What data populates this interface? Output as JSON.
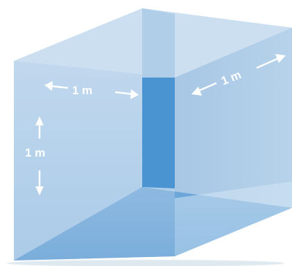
{
  "diagram": {
    "labels": {
      "front_width": "1 m",
      "depth": "1 m",
      "height": "1 m"
    },
    "colors": {
      "face_light": "#a9c9e6",
      "face_mid": "#8cb8e0",
      "edge_dark": "#4a94d2",
      "bottom_face": "#5f9fd6",
      "arrow": "#ffffff",
      "label_text": "#ffffff"
    }
  }
}
